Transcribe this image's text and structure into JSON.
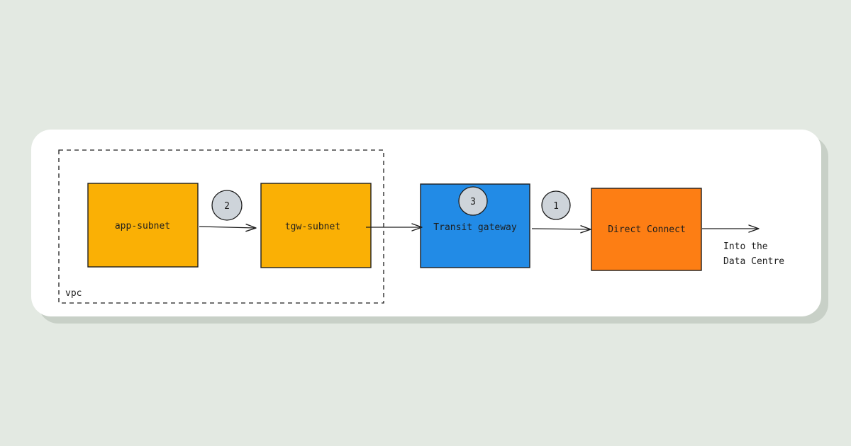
{
  "diagram": {
    "group_label": "vpc",
    "nodes": {
      "app_subnet": {
        "label": "app-subnet",
        "color": "#fab005"
      },
      "tgw_subnet": {
        "label": "tgw-subnet",
        "color": "#fab005"
      },
      "transit_gateway": {
        "label": "Transit gateway",
        "color": "#228be6"
      },
      "direct_connect": {
        "label": "Direct Connect",
        "color": "#fd7e14"
      }
    },
    "steps": {
      "step_1": "1",
      "step_2": "2",
      "step_3": "3"
    },
    "exit_label": {
      "line1": "Into the",
      "line2": "Data Centre"
    },
    "colors": {
      "background": "#e3e9e2",
      "card": "#ffffff",
      "stroke": "#1e1e1e",
      "step_fill": "#ced4da"
    }
  }
}
